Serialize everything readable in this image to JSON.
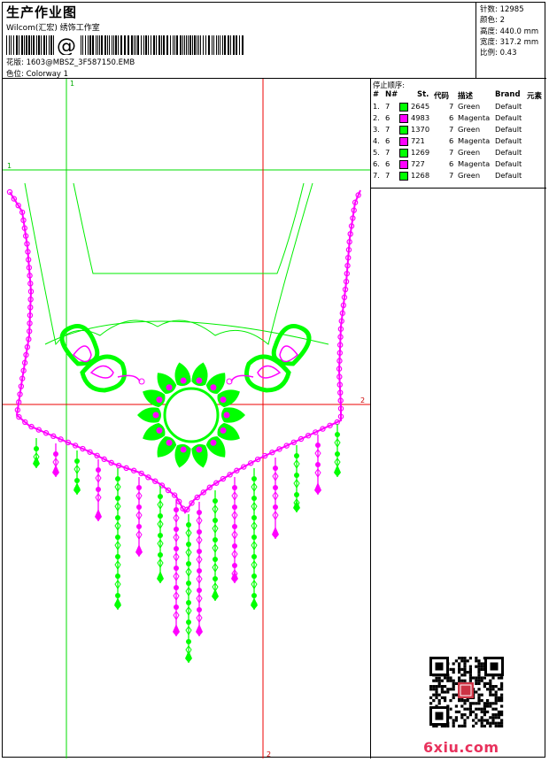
{
  "header": {
    "title": "生产作业图",
    "subtitle": "Wilcom(汇宏) 绣饰工作室",
    "barcode_glyph": "@",
    "file": "花版: 1603@MBSZ_3F587150.EMB",
    "colorway": "色位: Colorway 1"
  },
  "stats": {
    "stitches": "针数: 12985",
    "colors": "颜色: 2",
    "height": "高度: 440.0 mm",
    "width": "宽度: 317.2 mm",
    "scale": "比例: 0.43"
  },
  "stop_sequence": {
    "title": "停止顺序:",
    "headers": [
      "#",
      "N#",
      "St.",
      "代码",
      "描述",
      "Brand",
      "元素"
    ],
    "rows": [
      {
        "idx": "1.",
        "num": "7",
        "color": "#00ff00",
        "st": "2645",
        "code": "7",
        "desc": "Green",
        "brand": "Default"
      },
      {
        "idx": "2.",
        "num": "6",
        "color": "#ff00ff",
        "st": "4983",
        "code": "6",
        "desc": "Magenta",
        "brand": "Default"
      },
      {
        "idx": "3.",
        "num": "7",
        "color": "#00ff00",
        "st": "1370",
        "code": "7",
        "desc": "Green",
        "brand": "Default"
      },
      {
        "idx": "4.",
        "num": "6",
        "color": "#ff00ff",
        "st": "721",
        "code": "6",
        "desc": "Magenta",
        "brand": "Default"
      },
      {
        "idx": "5.",
        "num": "7",
        "color": "#00ff00",
        "st": "1269",
        "code": "7",
        "desc": "Green",
        "brand": "Default"
      },
      {
        "idx": "6.",
        "num": "6",
        "color": "#ff00ff",
        "st": "727",
        "code": "6",
        "desc": "Magenta",
        "brand": "Default"
      },
      {
        "idx": "7.",
        "num": "7",
        "color": "#00ff00",
        "st": "1268",
        "code": "7",
        "desc": "Green",
        "brand": "Default"
      }
    ]
  },
  "guides": {
    "v1": "1",
    "h1": "1",
    "v2": "2",
    "h2": "2"
  },
  "colors": {
    "green": "#00ff00",
    "magenta": "#ff00ff",
    "guide_green": "#00dd00",
    "guide_red": "#ee0000",
    "logo": "#e8315c"
  },
  "watermark": "6xiu.com"
}
